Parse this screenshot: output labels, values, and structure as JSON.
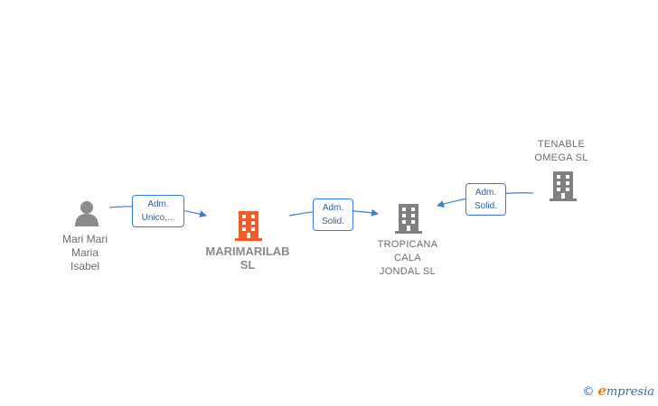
{
  "colors": {
    "person": "#8c8c8c",
    "company": "#7f7f7f",
    "company_focus": "#f25c2a",
    "edge": "#3a7fd0"
  },
  "nodes": [
    {
      "id": "mari",
      "label": "Mari Mari\nMaria\nIsabel",
      "icon": "person-icon"
    },
    {
      "id": "marimarilab",
      "label": "MARIMARILAB\nSL",
      "icon": "building-icon"
    },
    {
      "id": "tropicana",
      "label": "TROPICANA\nCALA\nJONDAL  SL",
      "icon": "building-icon"
    },
    {
      "id": "tenable",
      "label": "TENABLE\nOMEGA  SL",
      "icon": "building-icon"
    }
  ],
  "edges": [
    {
      "from": "mari",
      "to": "marimarilab",
      "label": "Adm.\nUnico,..."
    },
    {
      "from": "marimarilab",
      "to": "tropicana",
      "label": "Adm.\nSolid."
    },
    {
      "from": "tenable",
      "to": "tropicana",
      "label": "Adm.\nSolid."
    }
  ],
  "brand": {
    "copyright": "©",
    "e": "e",
    "rest": "mpresia"
  }
}
